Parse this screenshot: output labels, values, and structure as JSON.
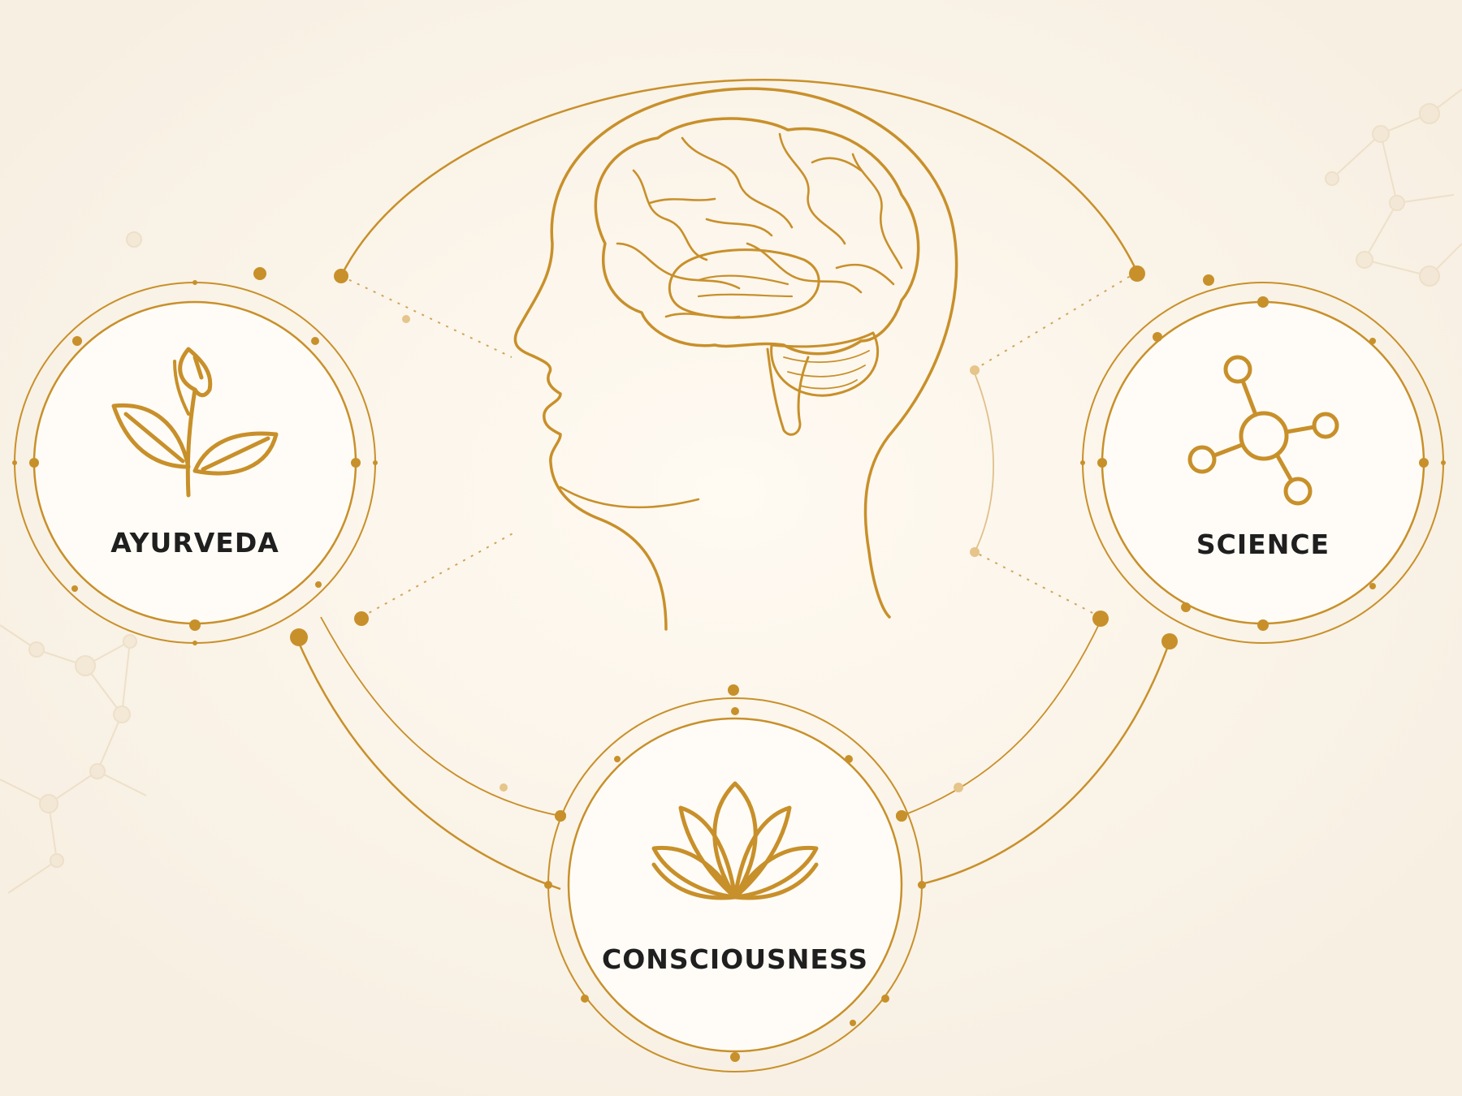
{
  "diagram": {
    "accent_color": "#c8902a",
    "center_icon": "head-with-brain-icon",
    "nodes": [
      {
        "id": "ayurveda",
        "label": "AYURVEDA",
        "icon": "leaf-sprout-icon"
      },
      {
        "id": "science",
        "label": "SCIENCE",
        "icon": "molecule-icon"
      },
      {
        "id": "consciousness",
        "label": "CONSCIOUSNESS",
        "icon": "lotus-icon"
      }
    ]
  }
}
